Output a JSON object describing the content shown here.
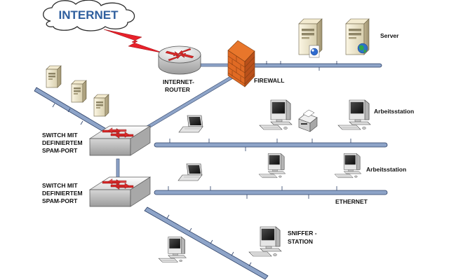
{
  "labels": {
    "internet": "INTERNET",
    "router": [
      "INTERNET-",
      "ROUTER"
    ],
    "firewall": "FIREWALL",
    "server": "Server",
    "switch1": [
      "SWITCH MIT",
      "DEFINIERTEM",
      "SPAM-PORT"
    ],
    "switch2": [
      "SWITCH MIT",
      "DEFINIERTEM",
      "SPAM-PORT"
    ],
    "workstation1": "Arbeitsstation",
    "workstation2": "Arbeitsstation",
    "ethernet": "ETHERNET",
    "sniffer": [
      "SNIFFER -",
      "STATION"
    ]
  },
  "colors": {
    "bus": "#8ea4c8",
    "bus_edge": "#2b3f66",
    "lightning": "#e8202a",
    "cloud_text": "#2f5f9e",
    "firewall": "#e8762b",
    "switch_arrows": "#d82828",
    "router_arrows": "#d82828"
  },
  "icons": {
    "cloud": "cloud-icon",
    "router": "router-icon",
    "firewall": "firewall-brick-icon",
    "server": "server-tower-icon",
    "switch": "network-switch-icon",
    "workstation": "desktop-computer-icon",
    "laptop": "laptop-icon",
    "printer": "printer-icon"
  }
}
